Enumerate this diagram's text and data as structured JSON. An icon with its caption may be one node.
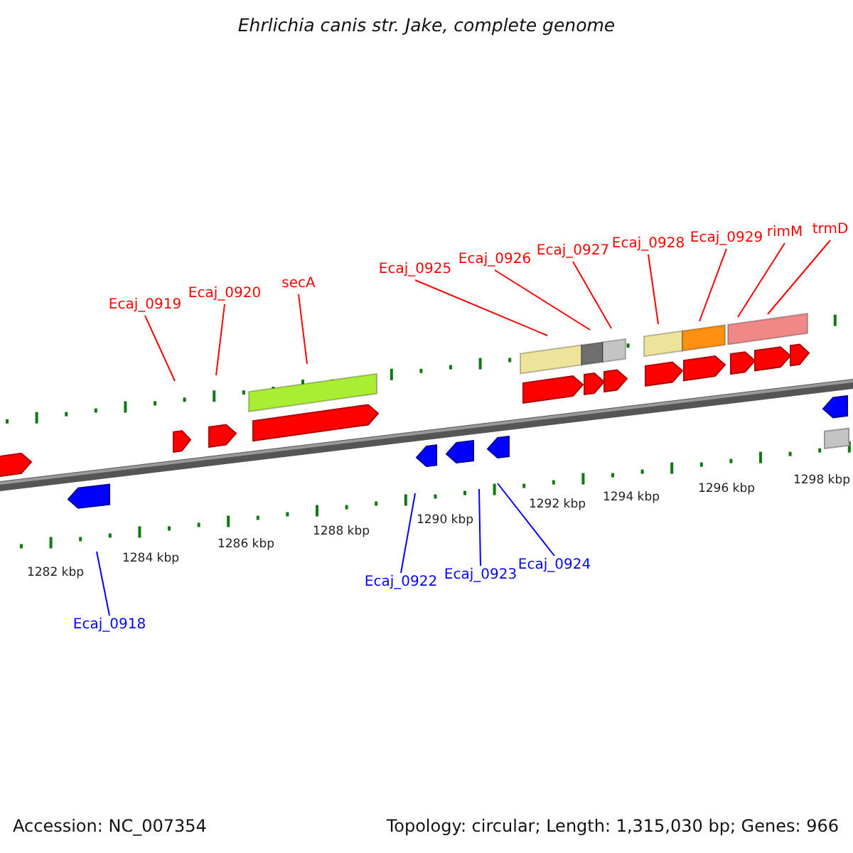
{
  "diagram": {
    "title": "Ehrlichia canis str. Jake, complete genome",
    "nodes": [
      {
        "text": [
          "Ecaj_0919"
        ]
      },
      {
        "text": [
          "Ecaj_0920"
        ]
      },
      {
        "text": [
          "secA"
        ]
      },
      {
        "text": [
          "Ecaj_0925"
        ]
      },
      {
        "text": [
          "Ecaj_0926"
        ]
      },
      {
        "text": [
          "Ecaj_0927"
        ]
      },
      {
        "text": [
          "Ecaj_0928"
        ]
      },
      {
        "text": [
          "Ecaj_0929"
        ]
      },
      {
        "text": [
          "rimM"
        ]
      },
      {
        "text": [
          "trmD"
        ]
      },
      {
        "text": [
          "Ecaj_0918"
        ]
      },
      {
        "text": [
          "Ecaj_0922"
        ]
      },
      {
        "text": [
          "Ecaj_0923"
        ]
      },
      {
        "text": [
          "Ecaj_0924"
        ]
      }
    ],
    "edges": [
      {
        "from": 0,
        "to": null,
        "arrow": "none"
      },
      {
        "from": 1,
        "to": null,
        "arrow": "none"
      },
      {
        "from": 2,
        "to": null,
        "arrow": "none"
      },
      {
        "from": 3,
        "to": null,
        "arrow": "none"
      },
      {
        "from": 4,
        "to": null,
        "arrow": "none"
      },
      {
        "from": 5,
        "to": null,
        "arrow": "none"
      },
      {
        "from": 6,
        "to": null,
        "arrow": "none"
      },
      {
        "from": 7,
        "to": null,
        "arrow": "none"
      },
      {
        "from": 8,
        "to": null,
        "arrow": "none"
      },
      {
        "from": 9,
        "to": null,
        "arrow": "none"
      },
      {
        "from": 10,
        "to": null,
        "arrow": "none",
        "color": "#0000ff"
      },
      {
        "from": 11,
        "to": null,
        "arrow": "none",
        "color": "#0000ff"
      },
      {
        "from": 12,
        "to": null,
        "arrow": "none",
        "color": "#0000ff"
      },
      {
        "from": 13,
        "to": null,
        "arrow": "none",
        "color": "#0000ff"
      }
    ],
    "labels": [
      "1282 kbp",
      "1284 kbp",
      "1286 kbp",
      "1288 kbp",
      "1290 kbp",
      "1292 kbp",
      "1294 kbp",
      "1296 kbp",
      "1298 kbp",
      "Accession: NC_007354",
      "Topology: circular; Length: 1,315,030 bp; Genes: 966"
    ]
  }
}
